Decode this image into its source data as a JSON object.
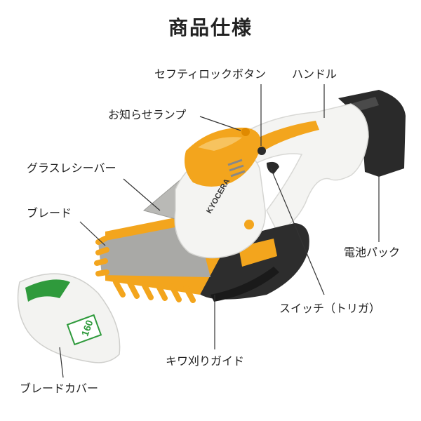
{
  "title": "商品仕様",
  "labels": {
    "safety_lock": "セフティロックボタン",
    "handle": "ハンドル",
    "indicator": "お知らせランプ",
    "grass_receiver": "グラスレシーバー",
    "blade": "ブレード",
    "battery": "電池パック",
    "switch": "スイッチ（トリガ）",
    "blade_cover": "ブレードカバー",
    "guide": "キワ刈りガイド"
  },
  "product": {
    "brand": "KYOCERA",
    "model_badge": "160"
  },
  "colors": {
    "accent": "#f3a51d",
    "body": "#f4f4f2",
    "dark": "#2a2a2a",
    "blade": "#a9a9a6",
    "leader": "#333333"
  }
}
